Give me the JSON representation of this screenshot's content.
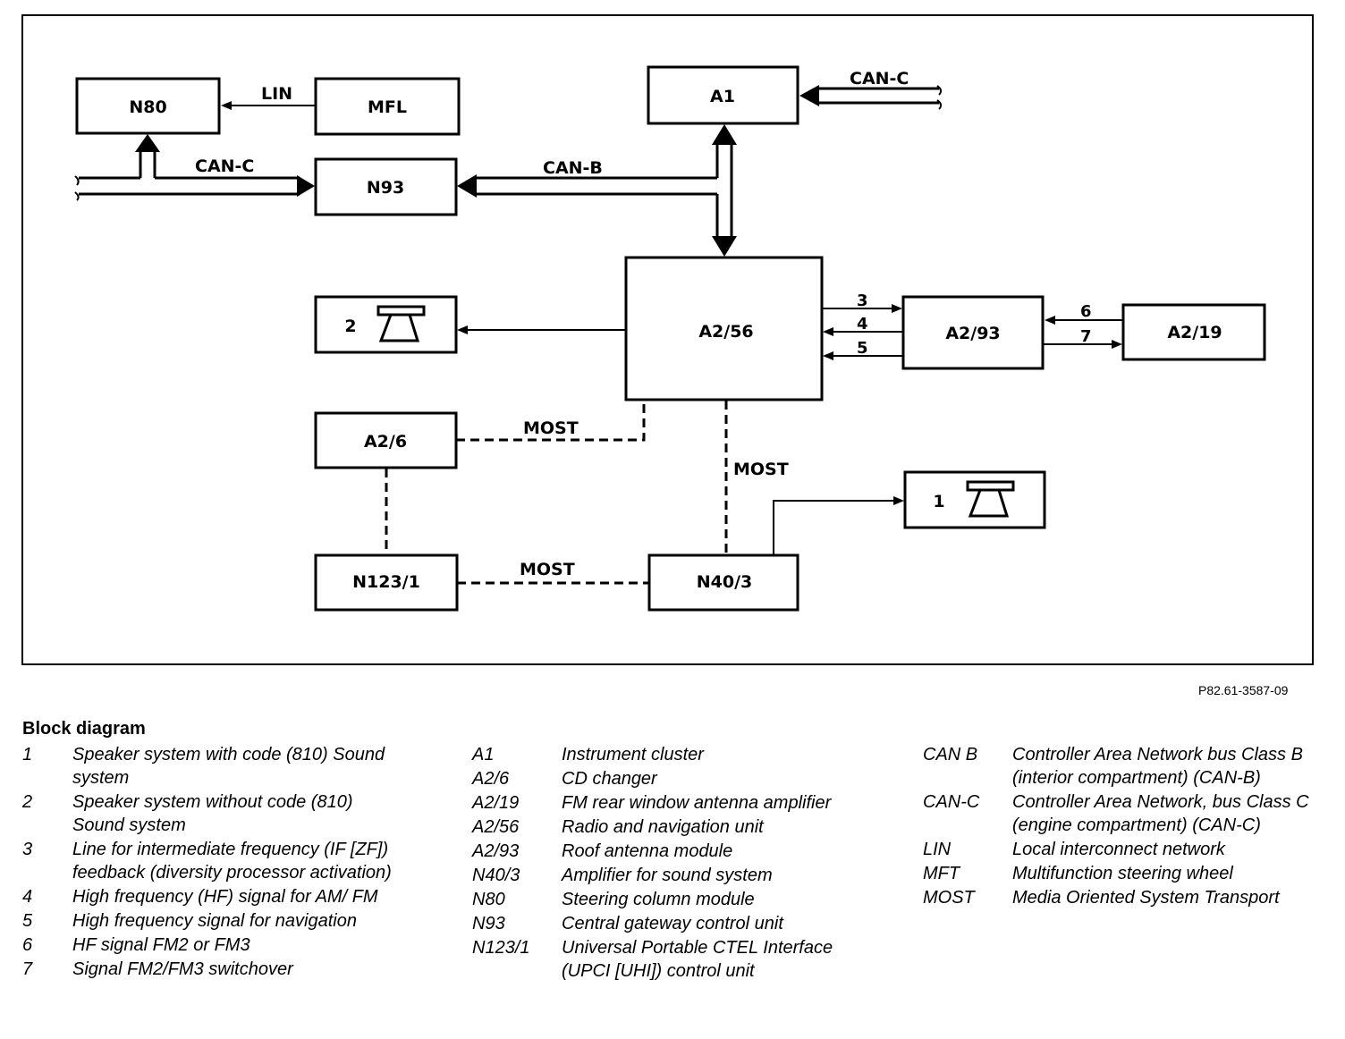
{
  "diagram": {
    "boxes": {
      "n80": "N80",
      "mfl": "MFL",
      "n93": "N93",
      "a1": "A1",
      "a256": "A2/56",
      "a293": "A2/93",
      "a219": "A2/19",
      "a26": "A2/6",
      "n1231": "N123/1",
      "n403": "N40/3",
      "speaker2": "2",
      "speaker1": "1"
    },
    "lines": {
      "lin": "LIN",
      "canc_left": "CAN-C",
      "canb": "CAN-B",
      "canc_top": "CAN-C",
      "most_a26": "MOST",
      "most_vertical": "MOST",
      "most_bottom": "MOST",
      "n3": "3",
      "n4": "4",
      "n5": "5",
      "n6": "6",
      "n7": "7"
    }
  },
  "reference": "P82.61-3587-09",
  "legend": {
    "title": "Block diagram",
    "col1": [
      {
        "key": "1",
        "desc": "Speaker system with code (810) Sound system"
      },
      {
        "key": "2",
        "desc": "Speaker system without code (810) Sound system"
      },
      {
        "key": "3",
        "desc": "Line for intermediate frequency (IF [ZF]) feedback (diversity processor activation)"
      },
      {
        "key": "4",
        "desc": "High frequency (HF) signal for AM/ FM"
      },
      {
        "key": "5",
        "desc": "High frequency signal for navigation"
      },
      {
        "key": "6",
        "desc": "HF signal FM2 or FM3"
      },
      {
        "key": "7",
        "desc": "Signal FM2/FM3 switchover"
      }
    ],
    "col2": [
      {
        "key": "A1",
        "desc": "Instrument cluster"
      },
      {
        "key": "A2/6",
        "desc": "CD changer"
      },
      {
        "key": "A2/19",
        "desc": "FM rear window antenna amplifier"
      },
      {
        "key": "A2/56",
        "desc": "Radio and navigation unit"
      },
      {
        "key": "A2/93",
        "desc": "Roof antenna module"
      },
      {
        "key": "N40/3",
        "desc": "Amplifier for sound system"
      },
      {
        "key": "N80",
        "desc": "Steering column module"
      },
      {
        "key": "N93",
        "desc": "Central gateway control unit"
      },
      {
        "key": "N123/1",
        "desc": "Universal Portable CTEL Interface (UPCI [UHI]) control unit"
      }
    ],
    "col3": [
      {
        "key": "CAN B",
        "desc": "Controller Area Network bus Class B (interior compartment) (CAN-B)"
      },
      {
        "key": "CAN-C",
        "desc": "Controller Area Network, bus Class C (engine compartment) (CAN-C)"
      },
      {
        "key": "LIN",
        "desc": "Local interconnect network"
      },
      {
        "key": "MFT",
        "desc": "Multifunction steering wheel"
      },
      {
        "key": "MOST",
        "desc": "Media Oriented System Transport"
      }
    ]
  }
}
